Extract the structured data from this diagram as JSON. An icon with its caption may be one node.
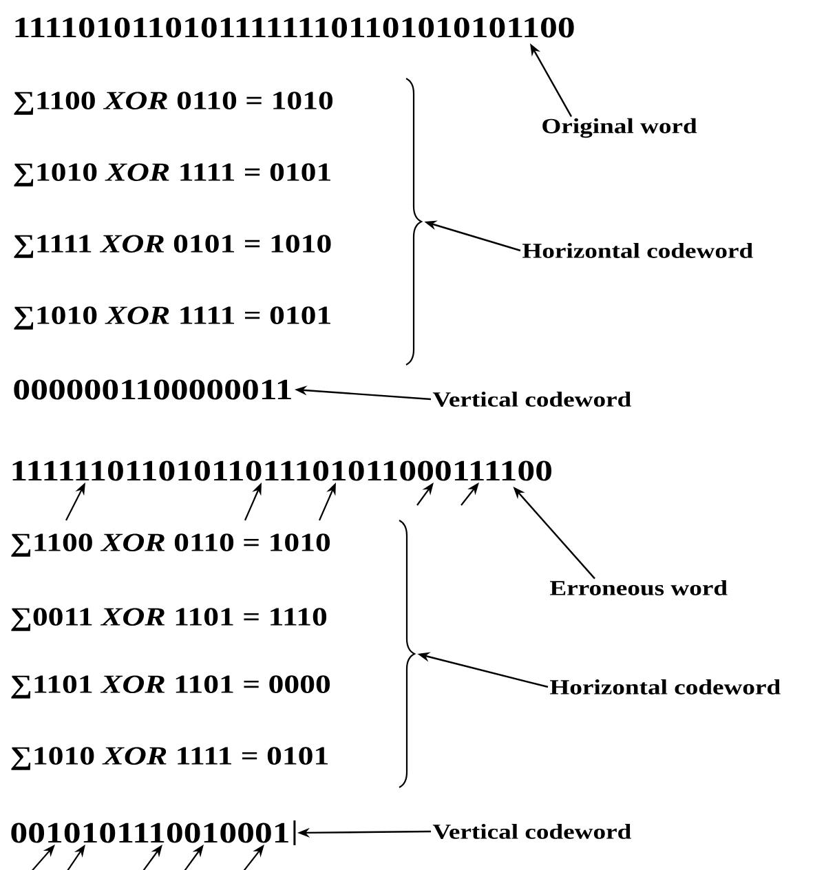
{
  "diagram": {
    "nodes": [
      {
        "text": [
          "111101011010111111101101010101100"
        ]
      },
      {
        "text": [
          "Original word"
        ]
      },
      {
        "text": [],
        "shape": "brace"
      },
      {
        "text": [
          "Horizontal codeword"
        ]
      },
      {
        "text": [
          "0000001100000011"
        ]
      },
      {
        "text": [
          "Vertical codeword"
        ]
      },
      {
        "text": [
          "11111101101011011101011000111100"
        ]
      },
      {
        "text": [
          "Erroneous word"
        ]
      },
      {
        "text": [],
        "shape": "brace"
      },
      {
        "text": [
          "Horizontal codeword"
        ]
      },
      {
        "text": [
          "0010101110010001"
        ]
      },
      {
        "text": [
          "Vertical codeword"
        ]
      }
    ],
    "edges": [
      {
        "from": 1,
        "to": 0,
        "arrow": "to"
      },
      {
        "from": 3,
        "to": 2,
        "arrow": "to"
      },
      {
        "from": 5,
        "to": 4,
        "arrow": "to"
      },
      {
        "from": 7,
        "to": 6,
        "arrow": "to"
      },
      {
        "from": 9,
        "to": 8,
        "arrow": "to"
      },
      {
        "from": 11,
        "to": 10,
        "arrow": "to"
      },
      {
        "from": null,
        "to": 6,
        "arrow": "to"
      },
      {
        "from": null,
        "to": 6,
        "arrow": "to"
      },
      {
        "from": null,
        "to": 6,
        "arrow": "to"
      },
      {
        "from": null,
        "to": 6,
        "arrow": "to"
      },
      {
        "from": null,
        "to": 6,
        "arrow": "to"
      },
      {
        "from": null,
        "to": 10,
        "arrow": "to"
      },
      {
        "from": null,
        "to": 10,
        "arrow": "to"
      },
      {
        "from": null,
        "to": 10,
        "arrow": "to"
      },
      {
        "from": null,
        "to": 10,
        "arrow": "to"
      },
      {
        "from": null,
        "to": 10,
        "arrow": "to"
      }
    ],
    "labels": [
      "∑1100 *XOR* 0110 = 1010",
      "∑1010 *XOR* 1111 = 0101",
      "∑1111 *XOR* 0101 = 1010",
      "∑1010 *XOR* 1111 = 0101",
      "∑1100 *XOR* 0110 = 1010",
      "∑0011 *XOR* 1101 = 1110",
      "∑1101 *XOR* 1101 = 0000",
      "∑1010 *XOR* 1111 = 0101"
    ]
  }
}
